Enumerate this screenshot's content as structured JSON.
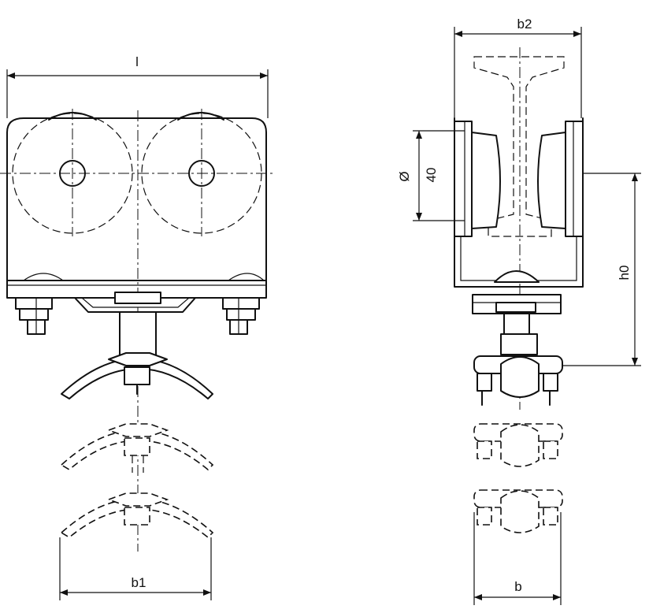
{
  "labels": {
    "length": "l",
    "width_bottom_left": "b1",
    "width_top_right": "b2",
    "width_bottom_right": "b",
    "height": "h0",
    "diameter_symbol": "Ø",
    "diameter_value": "40"
  }
}
